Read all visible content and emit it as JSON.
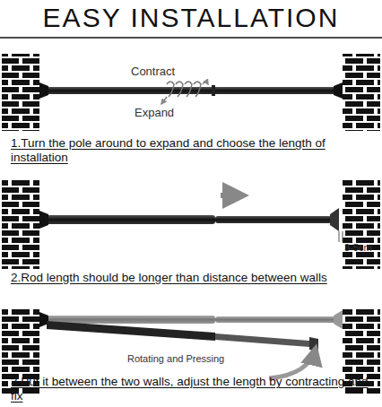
{
  "diagram": {
    "title": "EASY INSTALLATION",
    "labels": [
      "Contract",
      "Expand",
      "1.Turn the pole around to expand and choose the length of installation",
      "3-5cm",
      "2.Rod length should be longer than distance between walls",
      "Rotating and Pressing",
      "3.Put it between the two walls, adjust the length by contracting and fix"
    ]
  }
}
